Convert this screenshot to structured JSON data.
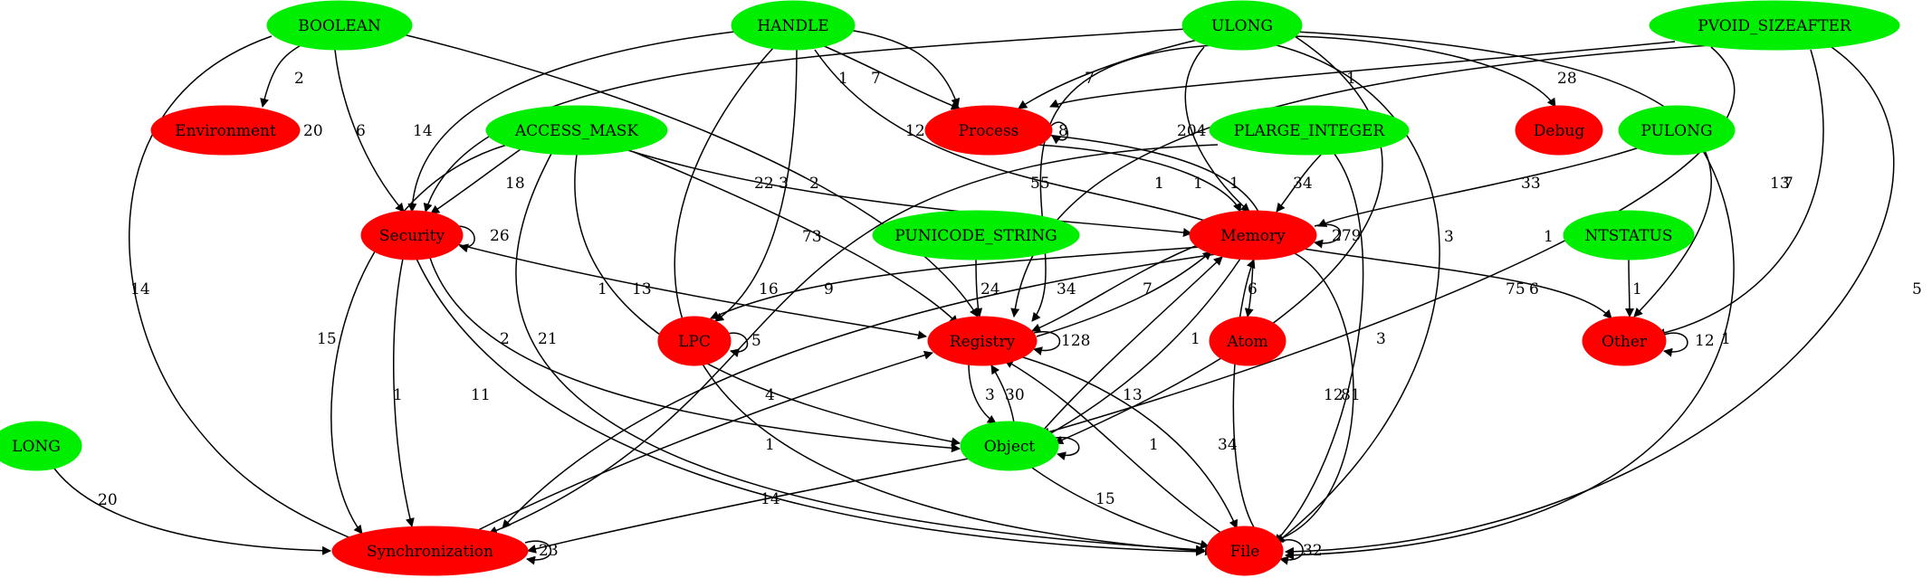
{
  "colors": {
    "input_node": "#00ee00",
    "core_node": "#ff0000",
    "edge": "#000000"
  },
  "nodes": {
    "BOOLEAN": {
      "label": "BOOLEAN",
      "kind": "input"
    },
    "HANDLE": {
      "label": "HANDLE",
      "kind": "input"
    },
    "ULONG": {
      "label": "ULONG",
      "kind": "input"
    },
    "PVOID_SIZEAFTER": {
      "label": "PVOID_SIZEAFTER",
      "kind": "input"
    },
    "Environment": {
      "label": "Environment",
      "kind": "core"
    },
    "Process": {
      "label": "Process",
      "kind": "core"
    },
    "Debug": {
      "label": "Debug",
      "kind": "core"
    },
    "ACCESS_MASK": {
      "label": "ACCESS_MASK",
      "kind": "input"
    },
    "PLARGE_INTEGER": {
      "label": "PLARGE_INTEGER",
      "kind": "input"
    },
    "PULONG": {
      "label": "PULONG",
      "kind": "input"
    },
    "Security": {
      "label": "Security",
      "kind": "core"
    },
    "PUNICODE_STRING": {
      "label": "PUNICODE_STRING",
      "kind": "input"
    },
    "Memory": {
      "label": "Memory",
      "kind": "core"
    },
    "NTSTATUS": {
      "label": "NTSTATUS",
      "kind": "input"
    },
    "LPC": {
      "label": "LPC",
      "kind": "core"
    },
    "Registry": {
      "label": "Registry",
      "kind": "core"
    },
    "Atom": {
      "label": "Atom",
      "kind": "core"
    },
    "Other": {
      "label": "Other",
      "kind": "core"
    },
    "LONG": {
      "label": "LONG",
      "kind": "input"
    },
    "Object": {
      "label": "Object",
      "kind": "input"
    },
    "Synchronization": {
      "label": "Synchronization",
      "kind": "core"
    },
    "File": {
      "label": "File",
      "kind": "core"
    }
  },
  "edges": [
    {
      "from": "BOOLEAN",
      "to": "Environment",
      "label": "2"
    },
    {
      "from": "BOOLEAN",
      "to": "Security",
      "label": "6"
    },
    {
      "from": "BOOLEAN",
      "to": "Registry",
      "label": "2"
    },
    {
      "from": "BOOLEAN",
      "to": "Synchronization",
      "label": "14"
    },
    {
      "from": "HANDLE",
      "to": "Process",
      "label": "1"
    },
    {
      "from": "HANDLE",
      "to": "Process",
      "label": "7"
    },
    {
      "from": "HANDLE",
      "to": "Security",
      "label": "14"
    },
    {
      "from": "HANDLE",
      "to": "LPC",
      "label": "3"
    },
    {
      "from": "HANDLE",
      "to": "Memory",
      "label": "120"
    },
    {
      "from": "HANDLE",
      "to": "File",
      "label": "13"
    },
    {
      "from": "ULONG",
      "to": "Process",
      "label": "7"
    },
    {
      "from": "ULONG",
      "to": "Debug",
      "label": "28"
    },
    {
      "from": "ULONG",
      "to": "Security",
      "label": "20"
    },
    {
      "from": "ULONG",
      "to": "Memory",
      "label": "204"
    },
    {
      "from": "ULONG",
      "to": "Registry",
      "label": "1"
    },
    {
      "from": "ULONG",
      "to": "Object",
      "label": "3"
    },
    {
      "from": "ULONG",
      "to": "File",
      "label": "75"
    },
    {
      "from": "ULONG",
      "to": "Other",
      "label": "13"
    },
    {
      "from": "PVOID_SIZEAFTER",
      "to": "Process",
      "label": "1"
    },
    {
      "from": "PVOID_SIZEAFTER",
      "to": "Registry",
      "label": "1"
    },
    {
      "from": "PVOID_SIZEAFTER",
      "to": "Object",
      "label": "1"
    },
    {
      "from": "PVOID_SIZEAFTER",
      "to": "Other",
      "label": "7"
    },
    {
      "from": "PVOID_SIZEAFTER",
      "to": "File",
      "label": "5"
    },
    {
      "from": "Process",
      "to": "Process",
      "label": "8"
    },
    {
      "from": "Process",
      "to": "Memory",
      "label": "1"
    },
    {
      "from": "Memory",
      "to": "Process",
      "label": "1"
    },
    {
      "from": "ACCESS_MASK",
      "to": "Security",
      "label": "18"
    },
    {
      "from": "ACCESS_MASK",
      "to": "Memory",
      "label": "22"
    },
    {
      "from": "ACCESS_MASK",
      "to": "Registry",
      "label": "73"
    },
    {
      "from": "ACCESS_MASK",
      "to": "Object",
      "label": "1"
    },
    {
      "from": "ACCESS_MASK",
      "to": "Synchronization",
      "label": "15"
    },
    {
      "from": "ACCESS_MASK",
      "to": "File",
      "label": "21"
    },
    {
      "from": "PLARGE_INTEGER",
      "to": "Memory",
      "label": "34"
    },
    {
      "from": "PLARGE_INTEGER",
      "to": "Synchronization",
      "label": "55"
    },
    {
      "from": "PLARGE_INTEGER",
      "to": "File",
      "label": "3"
    },
    {
      "from": "PULONG",
      "to": "Memory",
      "label": "33"
    },
    {
      "from": "PULONG",
      "to": "File",
      "label": "1"
    },
    {
      "from": "Security",
      "to": "Security",
      "label": "26"
    },
    {
      "from": "Security",
      "to": "Registry",
      "label": "16"
    },
    {
      "from": "Security",
      "to": "Object",
      "label": "2"
    },
    {
      "from": "Security",
      "to": "Synchronization",
      "label": "1"
    },
    {
      "from": "Security",
      "to": "File",
      "label": "11"
    },
    {
      "from": "PUNICODE_STRING",
      "to": "Registry",
      "label": "24"
    },
    {
      "from": "Memory",
      "to": "Memory",
      "label": "279"
    },
    {
      "from": "Memory",
      "to": "LPC",
      "label": "9"
    },
    {
      "from": "Memory",
      "to": "Registry",
      "label": "34"
    },
    {
      "from": "Registry",
      "to": "Memory",
      "label": "7"
    },
    {
      "from": "Memory",
      "to": "Atom",
      "label": "6"
    },
    {
      "from": "Memory",
      "to": "Other",
      "label": "6"
    },
    {
      "from": "Memory",
      "to": "Object",
      "label": "1"
    },
    {
      "from": "Object",
      "to": "Memory",
      "label": "13"
    },
    {
      "from": "Memory",
      "to": "Synchronization",
      "label": "4"
    },
    {
      "from": "Memory",
      "to": "File",
      "label": "81"
    },
    {
      "from": "File",
      "to": "Memory",
      "label": "12"
    },
    {
      "from": "NTSTATUS",
      "to": "Other",
      "label": "1"
    },
    {
      "from": "LPC",
      "to": "LPC",
      "label": "5"
    },
    {
      "from": "Registry",
      "to": "Registry",
      "label": "128"
    },
    {
      "from": "Registry",
      "to": "Object",
      "label": "3"
    },
    {
      "from": "Object",
      "to": "Registry",
      "label": "30"
    },
    {
      "from": "Registry",
      "to": "File",
      "label": "34"
    },
    {
      "from": "File",
      "to": "Registry",
      "label": "1"
    },
    {
      "from": "Synchronization",
      "to": "Registry",
      "label": "1"
    },
    {
      "from": "Other",
      "to": "Other",
      "label": "12"
    },
    {
      "from": "LONG",
      "to": "Synchronization",
      "label": "20"
    },
    {
      "from": "Object",
      "to": "Object",
      "label": "3"
    },
    {
      "from": "Object",
      "to": "Synchronization",
      "label": "14"
    },
    {
      "from": "Object",
      "to": "File",
      "label": "15"
    },
    {
      "from": "Synchronization",
      "to": "Synchronization",
      "label": "23"
    },
    {
      "from": "File",
      "to": "File",
      "label": "32"
    }
  ]
}
